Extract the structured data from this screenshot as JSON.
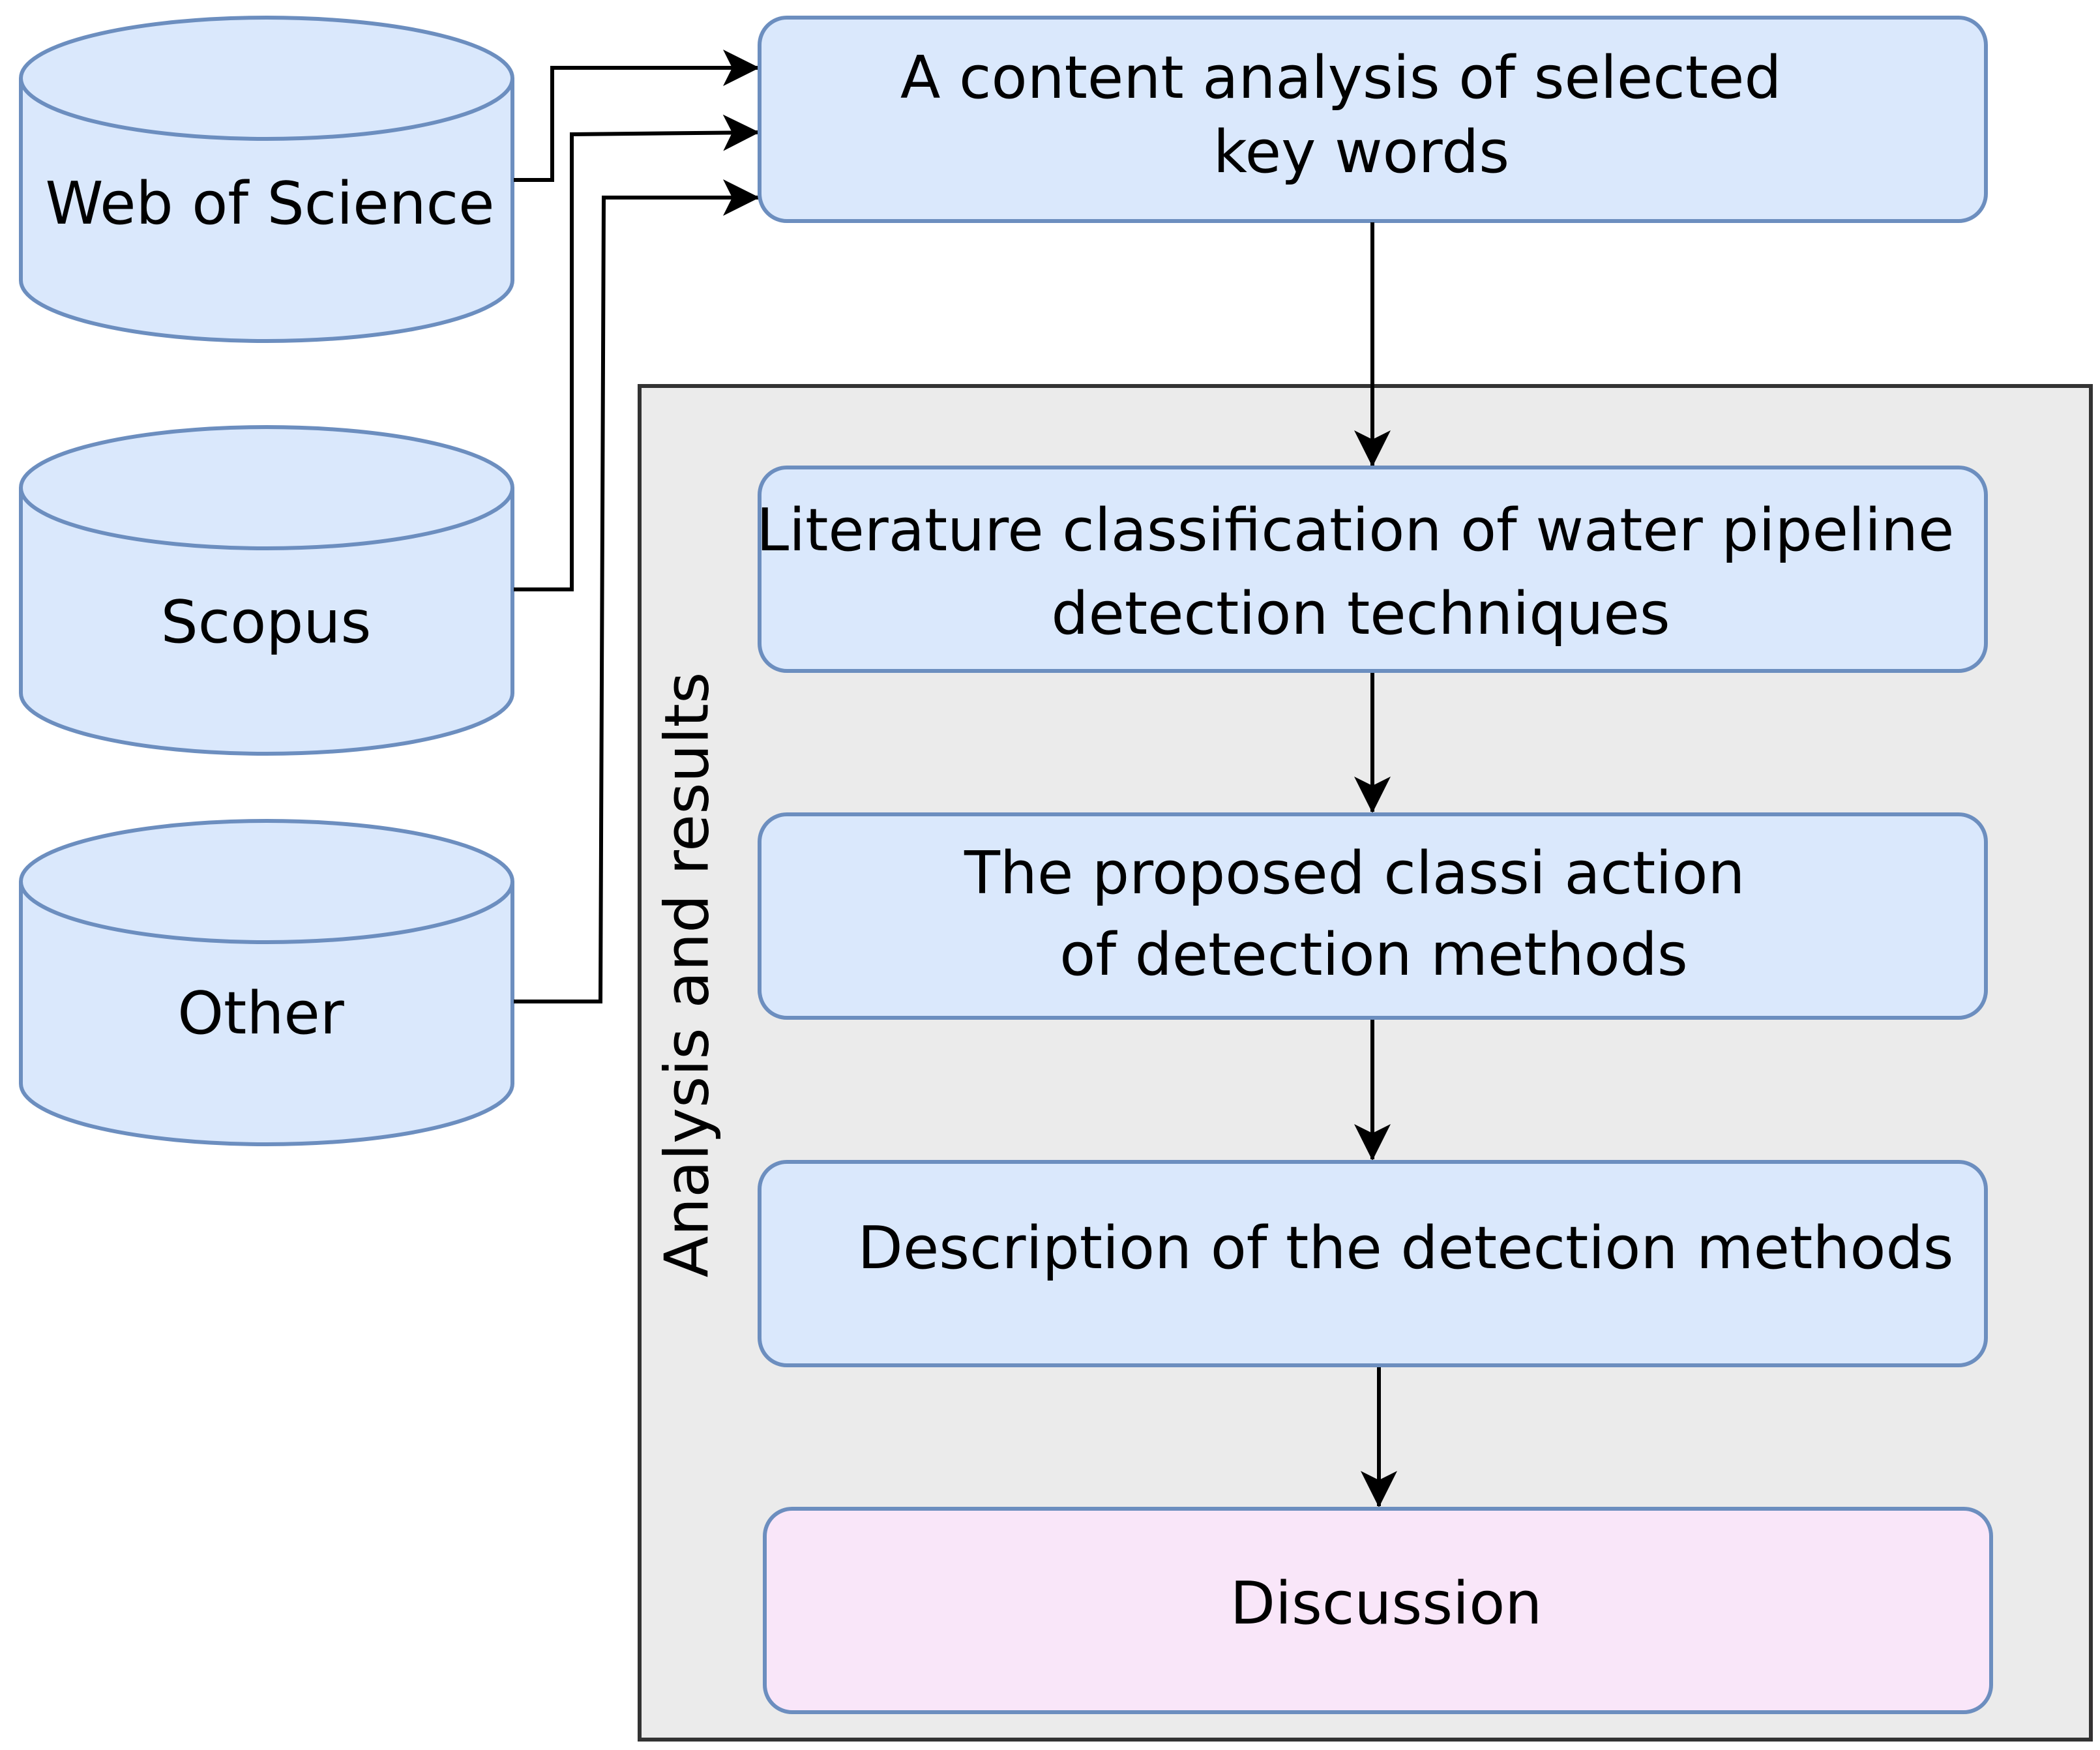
{
  "sources": [
    {
      "id": "wos",
      "label": "Web of Science"
    },
    {
      "id": "scopus",
      "label": "Scopus"
    },
    {
      "id": "other",
      "label": "Other"
    }
  ],
  "content_analysis": {
    "line1": "A content analysis of selected",
    "line2": "key words"
  },
  "group": {
    "label": "Analysis and results"
  },
  "steps": {
    "literature": {
      "line1": "Literature classification of water pipeline",
      "line2": "detection techniques"
    },
    "proposed": {
      "line1": "The proposed classi  action",
      "line2": "of detection methods"
    },
    "description": {
      "line1": "Description of the detection methods"
    },
    "discussion": {
      "line1": "Discussion"
    }
  },
  "colors": {
    "node_fill": "#dae8fc",
    "node_stroke": "#6c8ebf",
    "discussion_fill": "#f9e6f9",
    "group_fill": "#ebebeb",
    "group_stroke": "#333333",
    "edge": "#000000"
  }
}
